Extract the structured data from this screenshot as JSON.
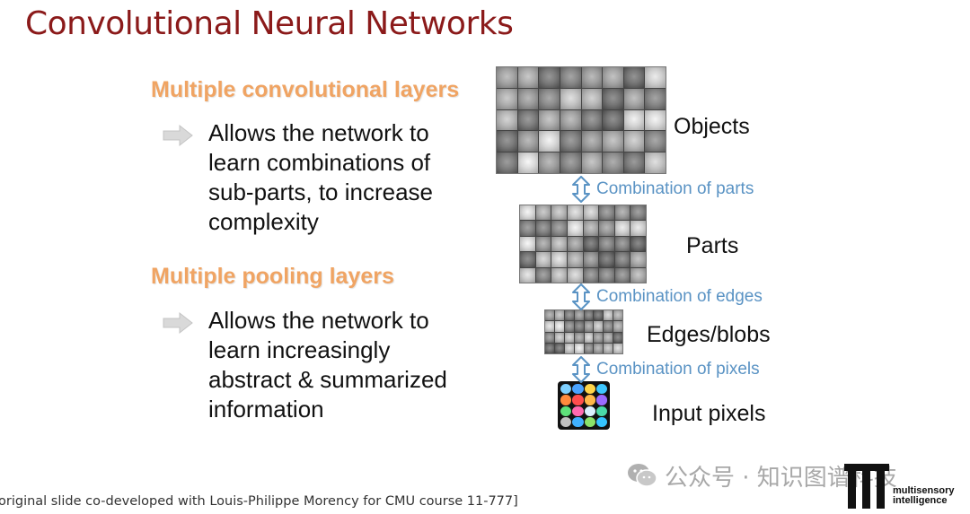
{
  "slide": {
    "title": "Convolutional Neural Networks",
    "sections": [
      {
        "heading": "Multiple convolutional layers",
        "body": "Allows the network to learn combinations of sub-parts, to increase complexity"
      },
      {
        "heading": "Multiple pooling layers",
        "body": "Allows the network to learn increasingly abstract & summarized information"
      }
    ],
    "hierarchy": {
      "levels": [
        "Objects",
        "Parts",
        "Edges/blobs",
        "Input pixels"
      ],
      "transitions": [
        "Combination of parts",
        "Combination of edges",
        "Combination of pixels"
      ]
    },
    "footer": "original slide co-developed with Louis-Philippe Morency for CMU course 11-777]",
    "watermark": "公众号 · 知识图谱科技",
    "logo": {
      "line1": "multisensory",
      "line2": "intelligence"
    }
  },
  "colors": {
    "title": "#8b1a1a",
    "heading": "#f0a463",
    "transition": "#5a93c4"
  },
  "icons": [
    "right-arrow-icon",
    "double-arrow-icon",
    "wechat-icon",
    "logo-icon"
  ]
}
